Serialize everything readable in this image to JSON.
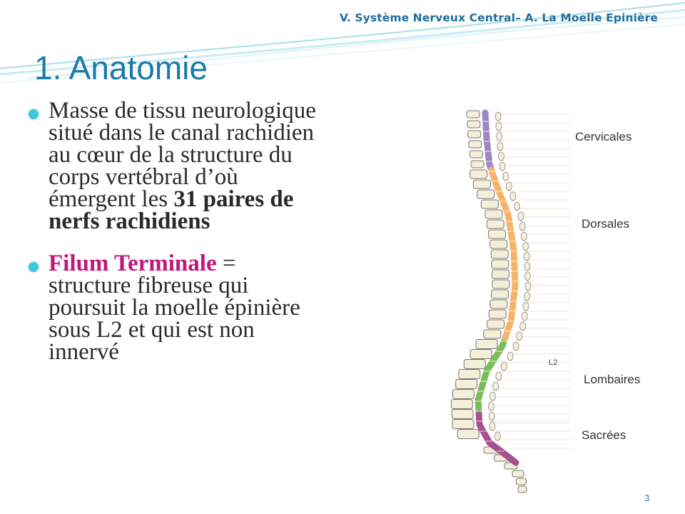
{
  "header": {
    "text": "V. Système Nerveux Central– A. La Moelle Epinière"
  },
  "title": "1. Anatomie",
  "bullets": [
    {
      "line1": "Masse de tissu neurologique",
      "line2": "situé dans le canal rachidien",
      "line3": "au cœur de la structure du",
      "line4": "corps vertébral d’où",
      "line5_plain": "émergent les ",
      "line5_bold": "31 paires de",
      "line6_bold": "nerfs rachidiens"
    },
    {
      "term": "Filum Terminale",
      "rest1": " =",
      "line2": "structure fibreuse qui",
      "line3": "poursuit la moelle épinière",
      "line4": "sous L2 et qui est non",
      "line5": "innervé"
    }
  ],
  "diagram": {
    "regions": {
      "cervical": "Cervicales",
      "dorsal": "Dorsales",
      "lumbar": "Lombaires",
      "sacral": "Sacrées"
    },
    "marker": "L2",
    "colors": {
      "cervical": "#9f86c4",
      "dorsal": "#f5b36a",
      "lumbar": "#7cbd5a",
      "sacral": "#a8508e",
      "bone": "#f3efd8",
      "bullet": "#3ec8e0",
      "title": "#1b7aa8",
      "term": "#c0177a"
    }
  },
  "page_number": "3"
}
